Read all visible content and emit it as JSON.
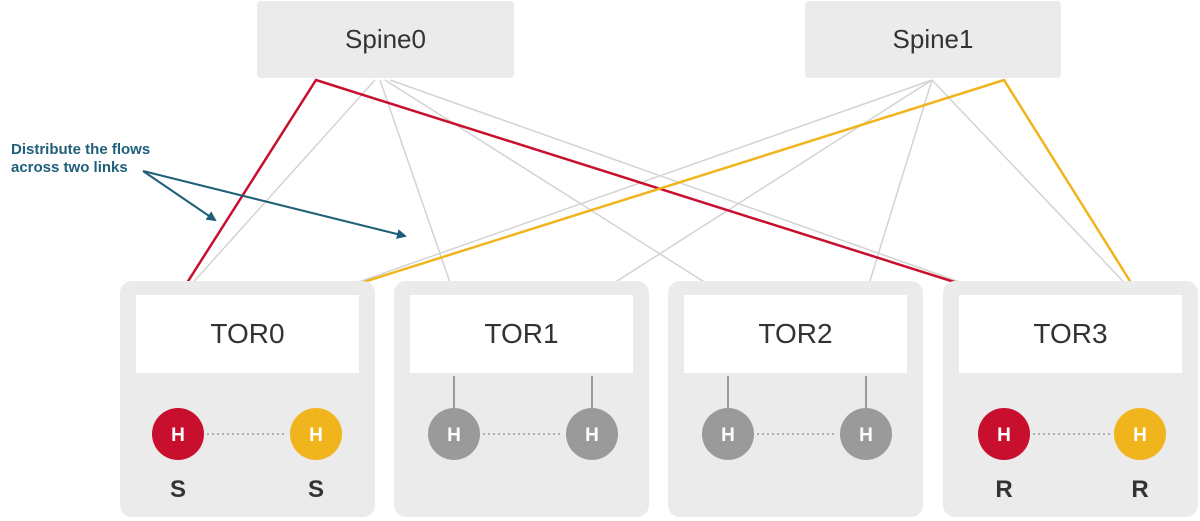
{
  "annotation": "Distribute the flows across two links",
  "spines": [
    {
      "id": "spine0",
      "label": "Spine0"
    },
    {
      "id": "spine1",
      "label": "Spine1"
    }
  ],
  "tors": [
    {
      "id": "tor0",
      "label": "TOR0",
      "hosts": [
        {
          "letter": "H",
          "role": "S",
          "color": "red"
        },
        {
          "letter": "H",
          "role": "S",
          "color": "yellow"
        }
      ]
    },
    {
      "id": "tor1",
      "label": "TOR1",
      "hosts": [
        {
          "letter": "H",
          "role": "",
          "color": "gray"
        },
        {
          "letter": "H",
          "role": "",
          "color": "gray"
        }
      ]
    },
    {
      "id": "tor2",
      "label": "TOR2",
      "hosts": [
        {
          "letter": "H",
          "role": "",
          "color": "gray"
        },
        {
          "letter": "H",
          "role": "",
          "color": "gray"
        }
      ]
    },
    {
      "id": "tor3",
      "label": "TOR3",
      "hosts": [
        {
          "letter": "H",
          "role": "R",
          "color": "red"
        },
        {
          "letter": "H",
          "role": "R",
          "color": "yellow"
        }
      ]
    }
  ],
  "colors": {
    "red": "#c8102e",
    "yellow": "#f0b41c",
    "gray": "#9a9a9a",
    "link": "#d3d3d3",
    "annotation": "#1f5f7a"
  }
}
